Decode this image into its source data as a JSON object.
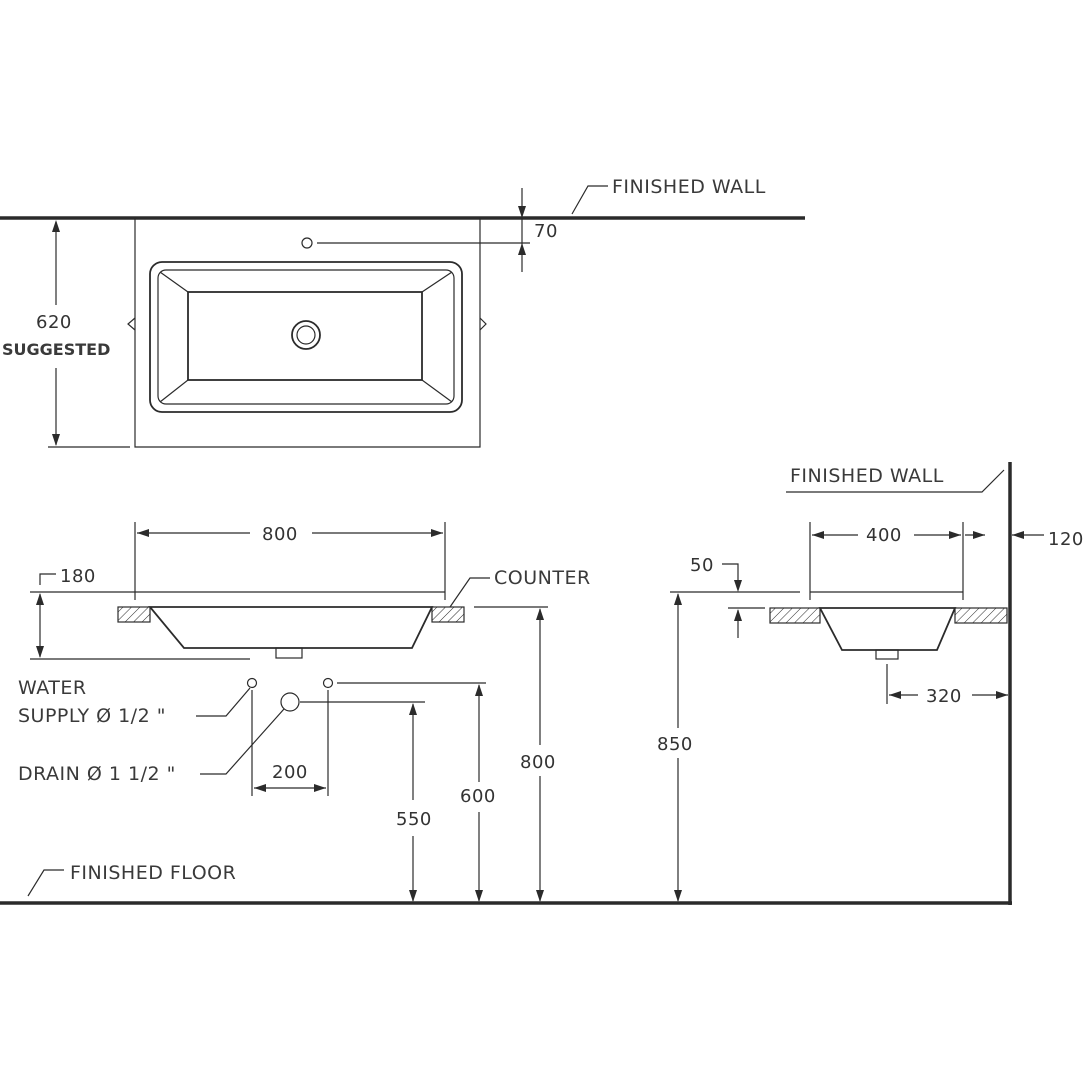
{
  "labels": {
    "finished_wall_top": "FINISHED  WALL",
    "finished_wall_side": "FINISHED  WALL",
    "finished_floor": "FINISHED  FLOOR",
    "counter": "COUNTER",
    "water_supply_1": "WATER",
    "water_supply_2": "SUPPLY Ø 1/2 \"",
    "drain": "DRAIN Ø 1 1/2 \"",
    "suggested": "SUGGESTED"
  },
  "dimensions": {
    "tap_to_wall": "70",
    "depth_suggested": "620",
    "basin_width": "800",
    "basin_height": "180",
    "counter_height": "800",
    "supply_height": "600",
    "drain_height": "550",
    "supply_spacing": "200",
    "overall_height": "850",
    "basin_depth": "400",
    "wall_gap": "120",
    "counter_thickness": "50",
    "drain_to_wall": "320"
  }
}
